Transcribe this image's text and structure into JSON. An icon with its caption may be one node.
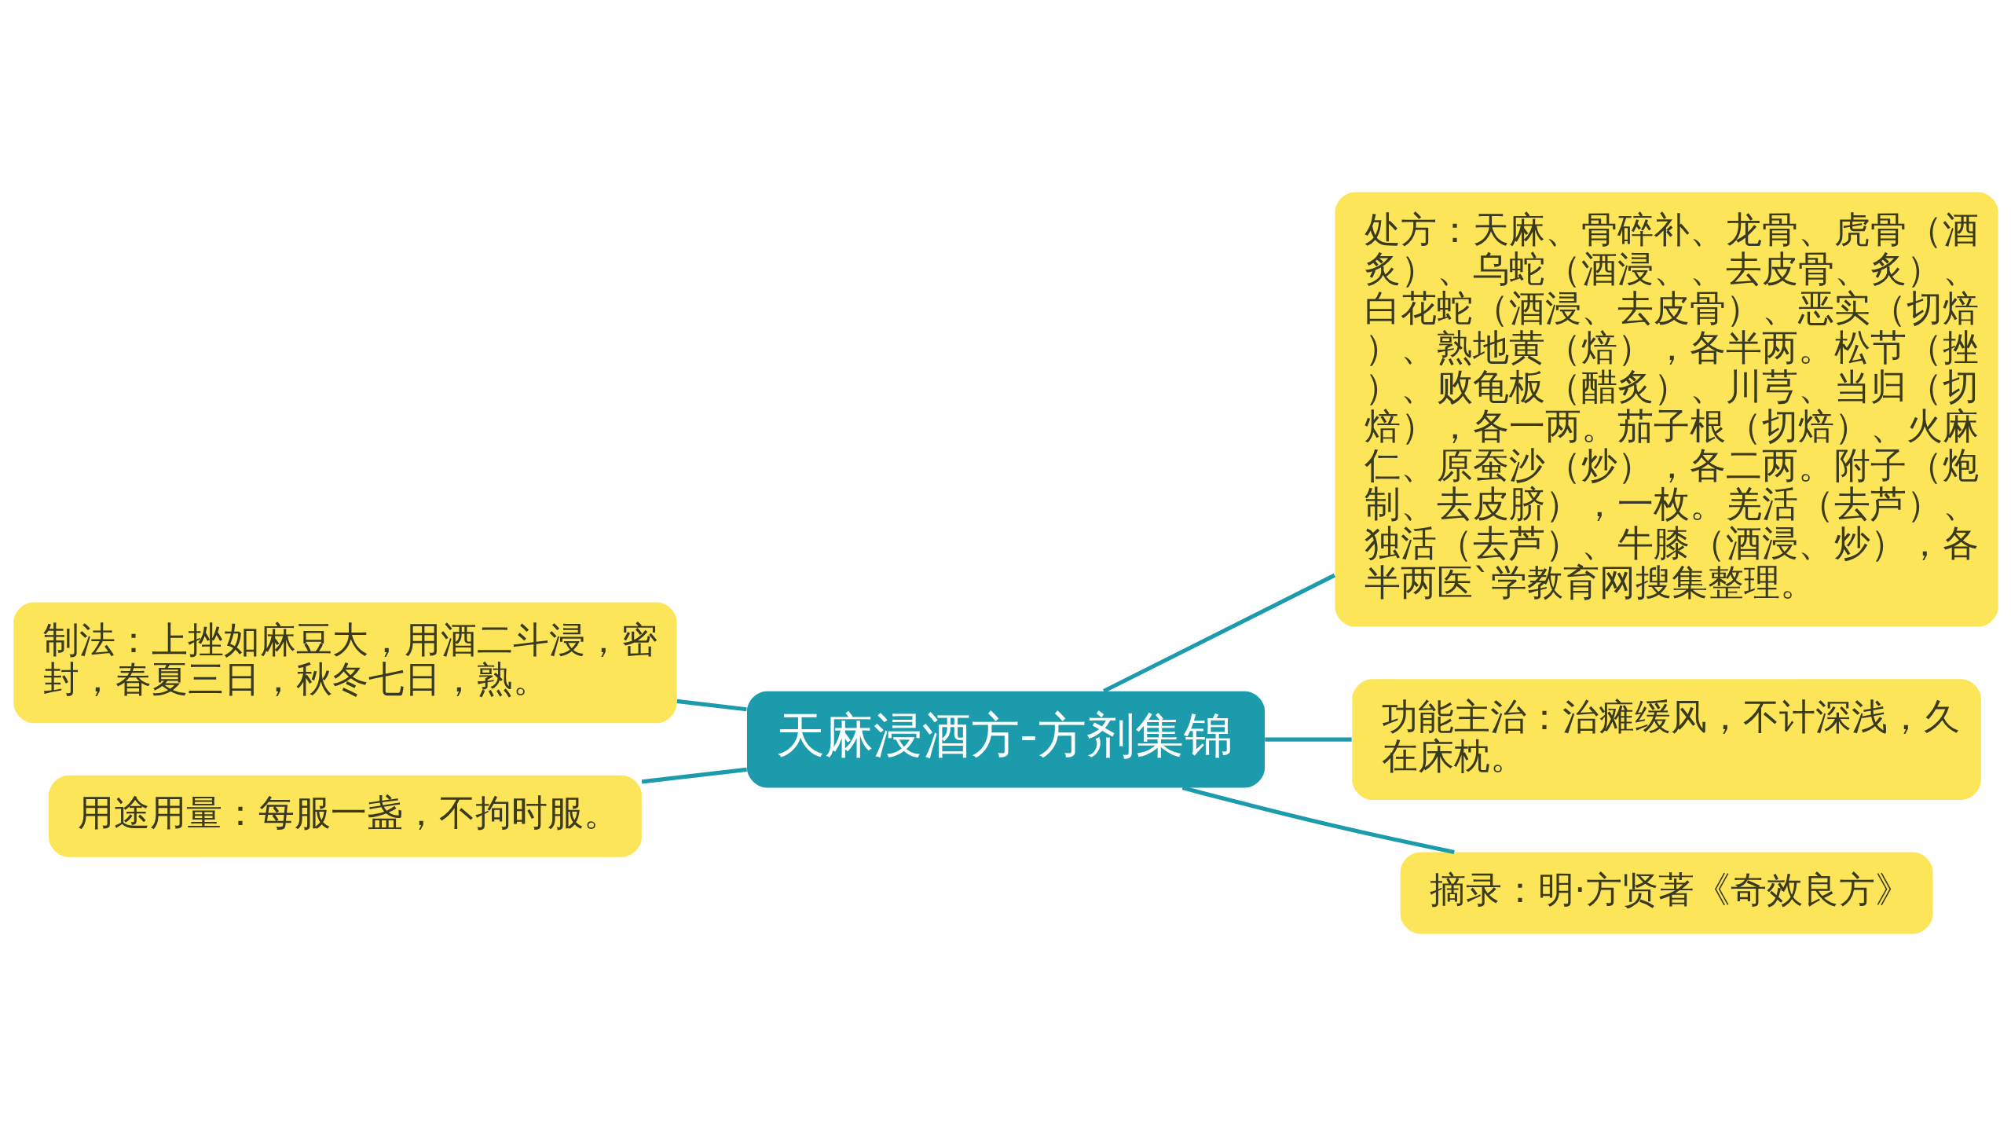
{
  "diagram": {
    "nodes": [
      {
        "text": [
          "天麻浸酒方-方剂集锦"
        ]
      },
      {
        "text": [
          "制法：上挫如麻豆大，用酒二斗浸，密封，春夏三日，秋冬七日，熟。"
        ]
      },
      {
        "text": [
          "用途用量：每服一盏，不拘时服。"
        ]
      },
      {
        "text": [
          "处方：天麻、骨碎补、龙骨、虎骨（酒炙）、乌蛇（酒浸、、去皮骨、炙）、白花蛇（酒浸、去皮骨）、恶实（切焙）、熟地黄（焙），各半两。松节（挫）、败龟板（醋炙）、川芎、当归（切焙），各一两。茄子根（切焙）、火麻仁、原蚕沙（炒），各二两。附子（炮制、去皮脐），一枚。羌活（去芦）、独活（去芦）、牛膝（酒浸、炒），各半两医`学教育网搜集整理。"
        ]
      },
      {
        "text": [
          "功能主治：治瘫缓风，不计深浅，久在床枕。"
        ]
      },
      {
        "text": [
          "摘录：明·方贤著《奇效良方》"
        ]
      }
    ],
    "edges": [
      {
        "from": 0,
        "to": 1,
        "arrow": "none"
      },
      {
        "from": 0,
        "to": 2,
        "arrow": "none"
      },
      {
        "from": 0,
        "to": 3,
        "arrow": "none"
      },
      {
        "from": 0,
        "to": 4,
        "arrow": "none"
      },
      {
        "from": 0,
        "to": 5,
        "arrow": "none"
      }
    ]
  }
}
